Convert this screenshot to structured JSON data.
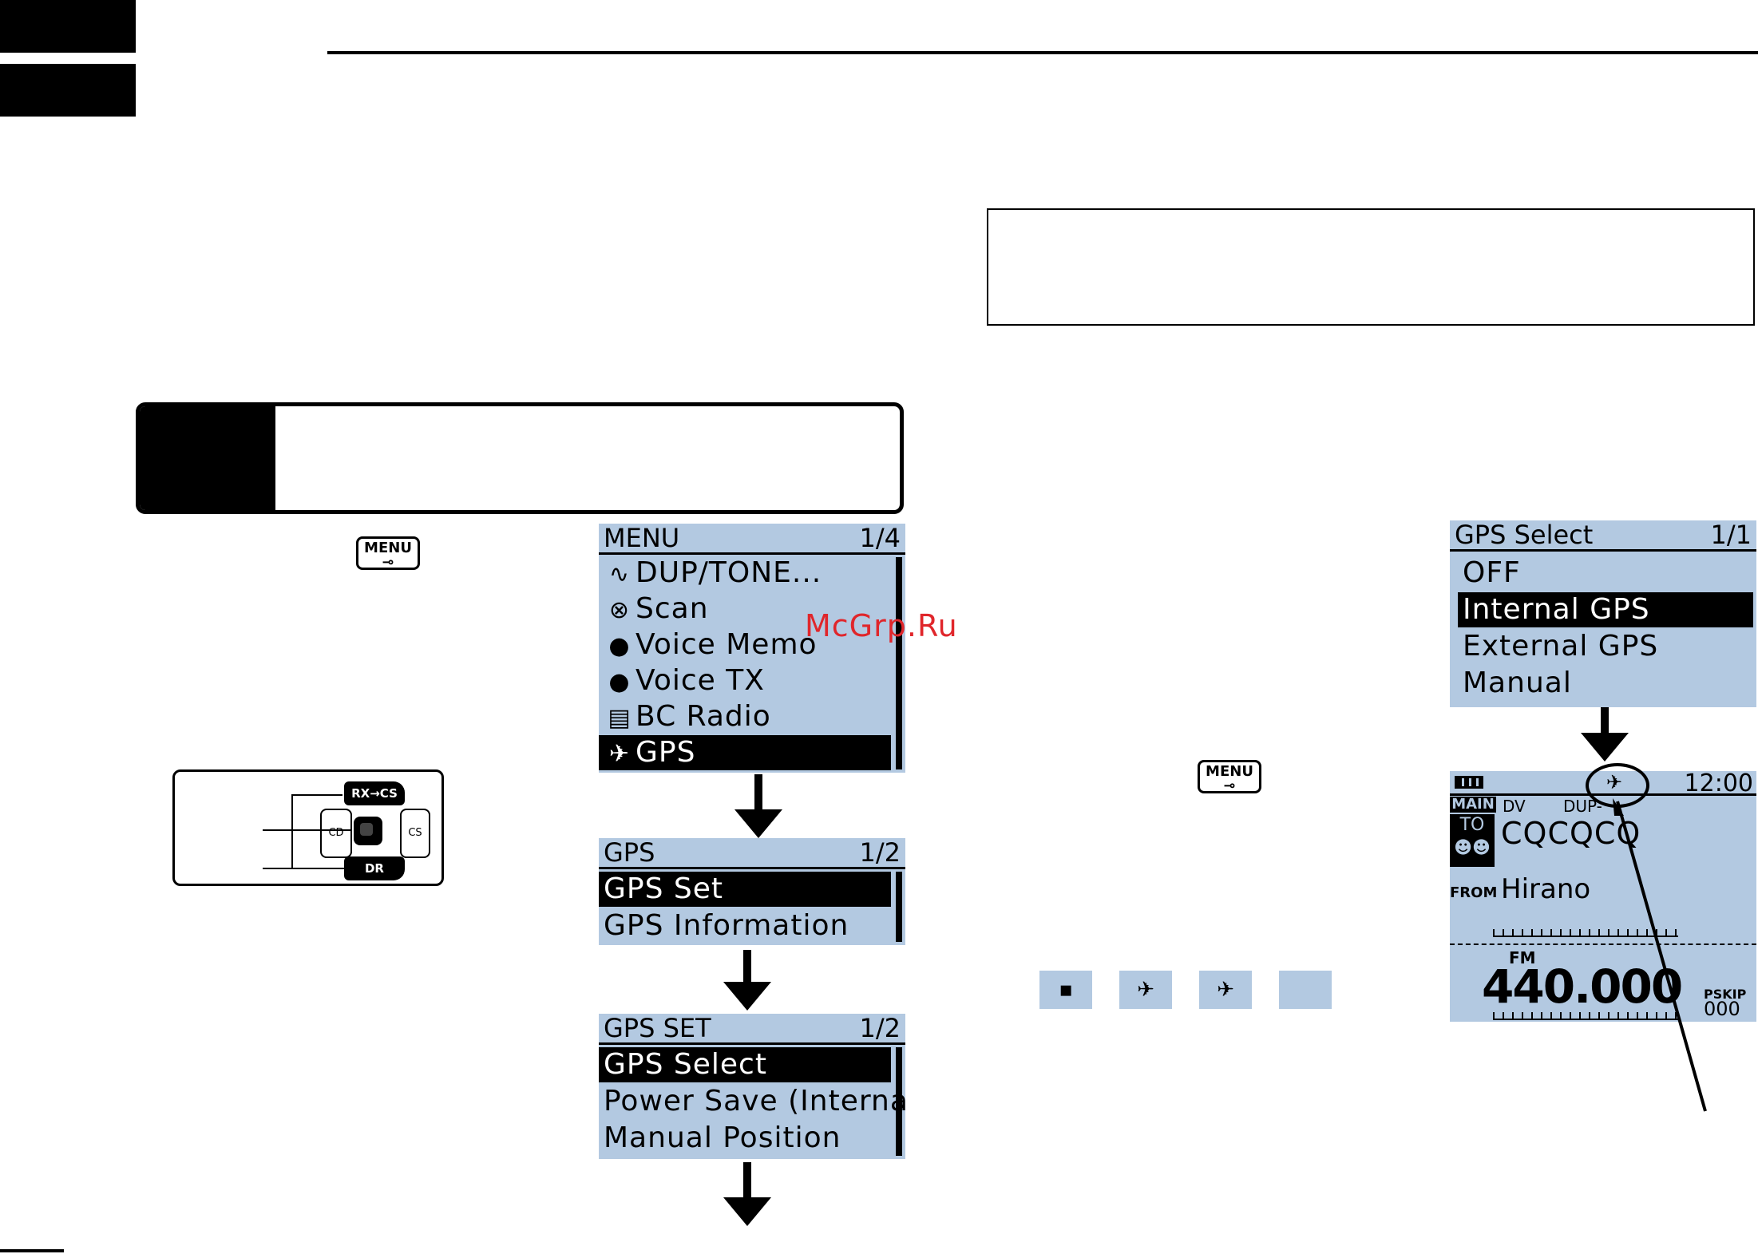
{
  "menu_screen": {
    "title": "MENU",
    "page": "1/4",
    "items": [
      {
        "icon": "∿",
        "label": "DUP/TONE..."
      },
      {
        "icon": "⊗",
        "label": "Scan"
      },
      {
        "icon": "●",
        "label": "Voice Memo"
      },
      {
        "icon": "●",
        "label": "Voice TX"
      },
      {
        "icon": "▤",
        "label": "BC Radio"
      },
      {
        "icon": "✈",
        "label": "GPS"
      }
    ]
  },
  "gps_screen": {
    "title": "GPS",
    "page": "1/2",
    "items": [
      "GPS Set",
      "GPS Information"
    ]
  },
  "gps_set_screen": {
    "title": "GPS SET",
    "page": "1/2",
    "items": [
      "GPS Select",
      "Power Save (Interna",
      "Manual Position"
    ]
  },
  "gps_select_screen": {
    "title": "GPS Select",
    "page": "1/1",
    "items": [
      "OFF",
      "Internal GPS",
      "External GPS",
      "Manual"
    ]
  },
  "main_screen": {
    "time": "12:00",
    "main_badge": "MAIN",
    "mode": "DV",
    "dup": "DUP-",
    "to_badge": "TO",
    "to_value": "CQCQCQ",
    "from_label": "FROM",
    "from_value": "Hirano",
    "mod": "FM",
    "frequency": "440.000",
    "pskip": "PSKIP",
    "channel": "000"
  },
  "keypad": {
    "rx_cs": "RX→CS",
    "cd": "CD",
    "cs": "CS",
    "dr": "DR"
  },
  "menu_key": {
    "label": "MENU"
  },
  "watermark": "McGrp.Ru",
  "colors": {
    "lcd": "#b3c9e1",
    "watermark": "#e0262b"
  }
}
